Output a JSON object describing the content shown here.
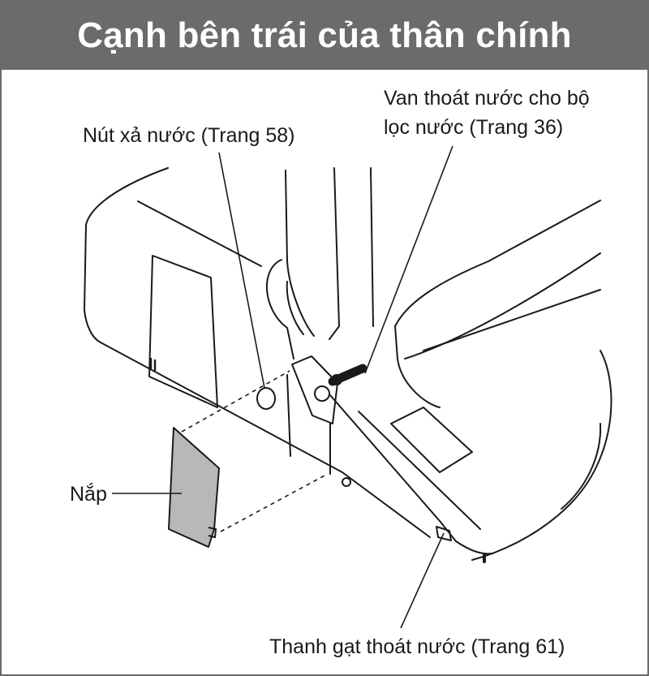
{
  "header": {
    "title": "Cạnh bên trái của thân chính"
  },
  "labels": {
    "drain_button": "Nút xả nước (Trang 58)",
    "filter_valve_line1": "Van thoát nước cho bộ",
    "filter_valve_line2": "lọc nước (Trang 36)",
    "cover": "Nắp",
    "drain_lever": "Thanh gạt thoát nước (Trang 61)"
  },
  "colors": {
    "header_bg": "#6b6b6b",
    "header_text": "#ffffff",
    "line": "#1a1a1a",
    "cover_fill": "#b8b8b8"
  }
}
